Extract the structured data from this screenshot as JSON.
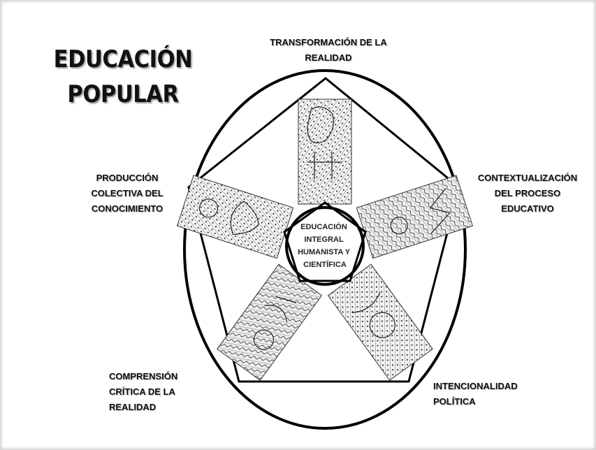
{
  "title": {
    "line1": "EDUCACIÓN",
    "line2": "POPULAR"
  },
  "labels": {
    "top": [
      "TRANSFORMACIÓN DE LA",
      "REALIDAD"
    ],
    "right": [
      "CONTEXTUALIZACIÓN",
      "DEL PROCESO",
      "EDUCATIVO"
    ],
    "left": [
      "PRODUCCIÓN",
      "COLECTIVA DEL",
      "CONOCIMIENTO"
    ],
    "bottom_left": [
      "COMPRENSIÓN",
      "CRÍTICA DE LA",
      "REALIDAD"
    ],
    "bottom_right": [
      "INTENCIONALIDAD",
      "POLÍTICA"
    ]
  },
  "center": [
    "EDUCACIÓN",
    "INTEGRAL",
    "HUMANISTA Y",
    "CIENTÍFICA"
  ]
}
